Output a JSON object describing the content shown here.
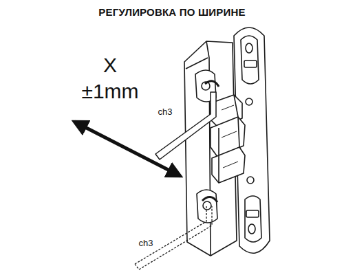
{
  "diagram": {
    "title": "РЕГУЛИРОВКА ПО ШИРИНЕ",
    "labels": [
      "X",
      "±1mm",
      "ch3",
      "ch3"
    ]
  }
}
